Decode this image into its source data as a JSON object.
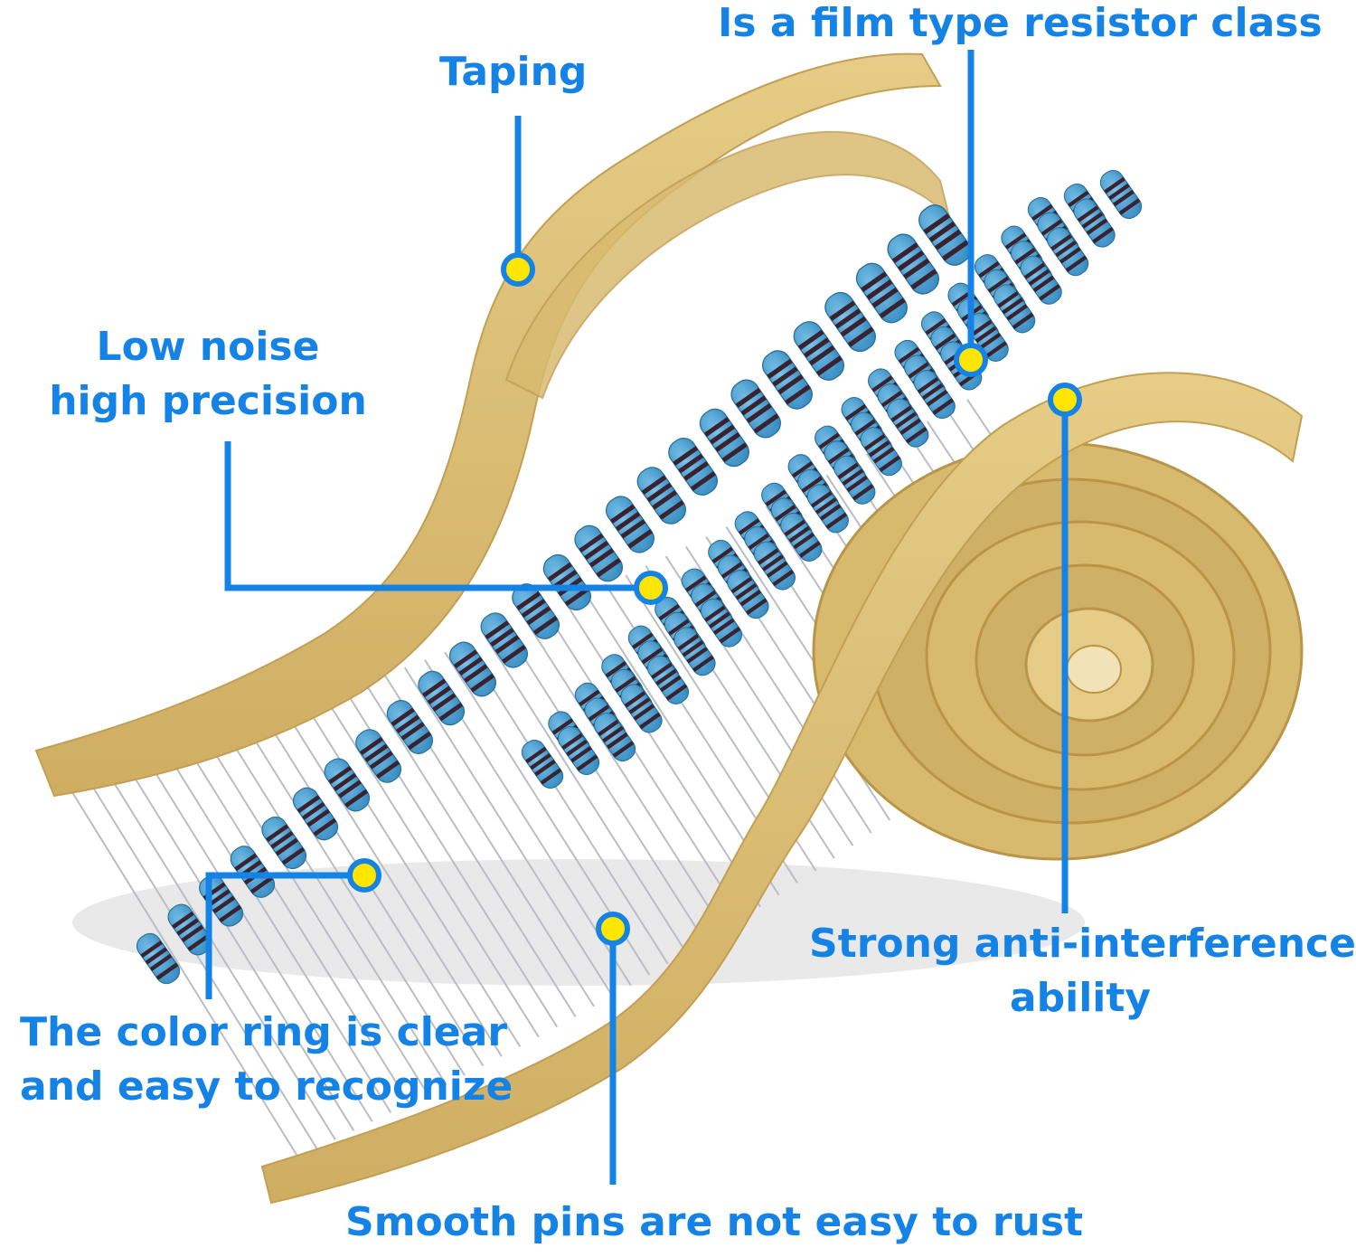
{
  "callouts": {
    "film_type": "Is a film type resistor class",
    "taping": "Taping",
    "low_noise_line1": "Low noise",
    "low_noise_line2": "high precision",
    "anti_interference_line1": "Strong anti-interference",
    "anti_interference_line2": "ability",
    "color_ring_line1": "The color ring is clear",
    "color_ring_line2": "and easy to recognize",
    "smooth_pins": "Smooth pins are not easy to rust"
  },
  "colors": {
    "callout_text": "#1583e6",
    "leader_line": "#1583e6",
    "marker_dot": "#ffe600",
    "tape": "#dcc07a",
    "resistor_body": "#3c97cc",
    "color_band": "#3a2330",
    "lead_wire": "#b9bec4"
  }
}
